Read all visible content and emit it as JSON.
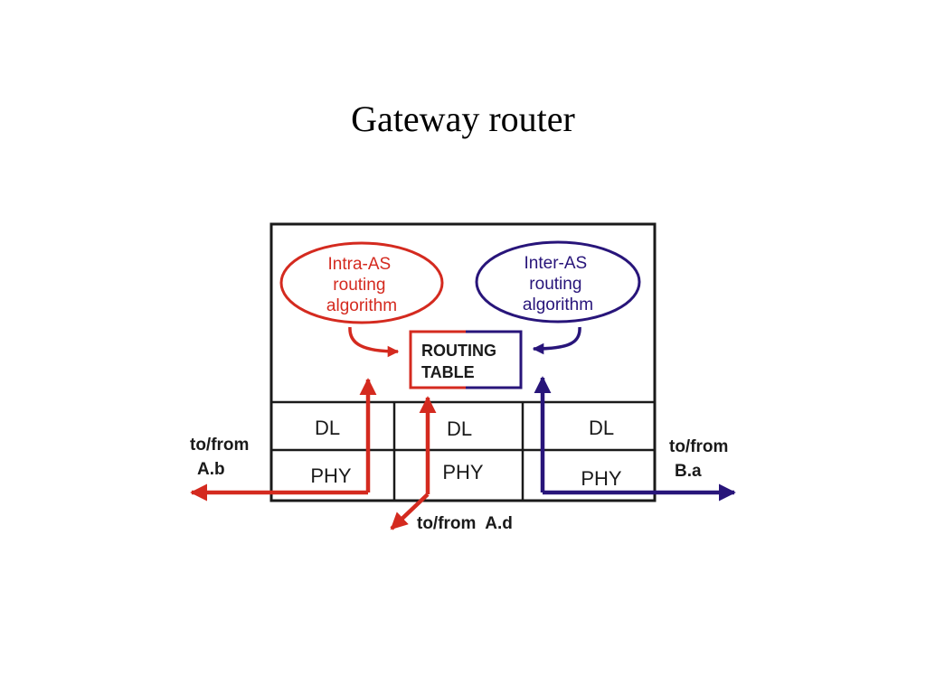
{
  "title": "Gateway router",
  "colors": {
    "intra": "#d42a1f",
    "inter": "#28157a",
    "frame": "#1a1a1a"
  },
  "intra_as": {
    "lines": [
      "Intra-AS",
      "routing",
      "algorithm"
    ]
  },
  "inter_as": {
    "lines": [
      "Inter-AS",
      "routing",
      "algorithm"
    ]
  },
  "routing_table": {
    "lines": [
      "ROUTING",
      "TABLE"
    ]
  },
  "ports": [
    {
      "dl": "DL",
      "phy": "PHY"
    },
    {
      "dl": "DL",
      "phy": "PHY"
    },
    {
      "dl": "DL",
      "phy": "PHY"
    }
  ],
  "links": {
    "ab": [
      "to/from",
      "A.b"
    ],
    "ba": [
      "to/from",
      "B.a"
    ],
    "ad": "to/from  A.d"
  }
}
